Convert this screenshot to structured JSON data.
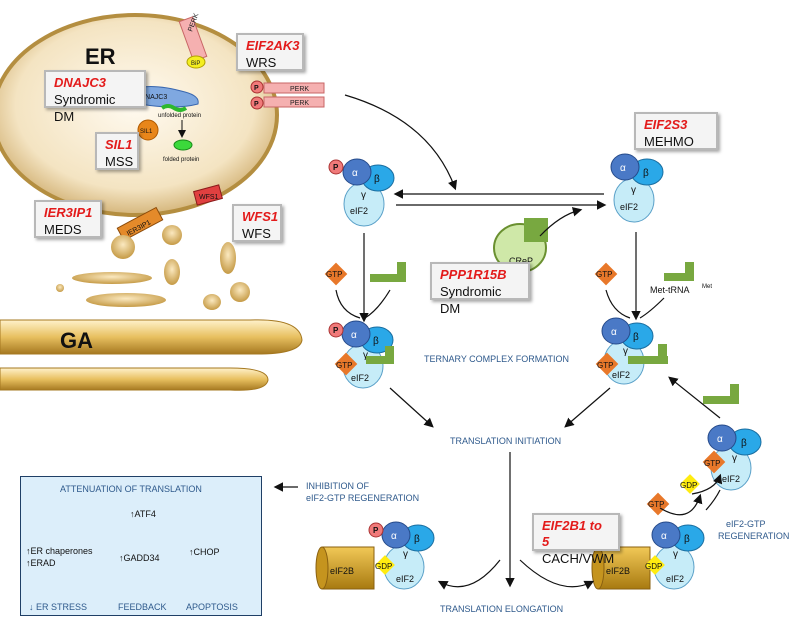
{
  "organelles": {
    "er": "ER",
    "ga": "GA"
  },
  "er_proteins": {
    "perk": "PERK",
    "bip": "BiP",
    "dnajc3": "DNAJC3",
    "sil1": "SIL1",
    "unfolded": "unfolded protein",
    "folded": "folded protein",
    "wfs1": "WFS1",
    "ier3ip1": "IER3IP1"
  },
  "disease_boxes": [
    {
      "gene": "EIF2AK3",
      "disease": "WRS"
    },
    {
      "gene": "DNAJC3",
      "disease": "Syndromic DM"
    },
    {
      "gene": "SIL1",
      "disease": "MSS"
    },
    {
      "gene": "IER3IP1",
      "disease": "MEDS"
    },
    {
      "gene": "WFS1",
      "disease": "WFS"
    },
    {
      "gene": "EIF2S3",
      "disease": "MEHMO"
    },
    {
      "gene": "PPP1R15B",
      "disease": "Syndromic DM"
    },
    {
      "gene": "EIF2B1 to 5",
      "disease": "CACH/VWM"
    }
  ],
  "molecules": {
    "alpha": "α",
    "beta": "β",
    "gamma": "γ",
    "eif2": "eIF2",
    "eif2b": "eIF2B",
    "gtp": "GTP",
    "gdp": "GDP",
    "p": "P",
    "crep": "CReP",
    "met_trna": "Met-tRNA",
    "met_sup": "Met"
  },
  "process_labels": {
    "ternary": "TERNARY COMPLEX FORMATION",
    "initiation": "TRANSLATION INITIATION",
    "elongation": "TRANSLATION ELONGATION",
    "inhibition_1": "INHIBITION OF",
    "inhibition_2": "eIF2-GTP REGENERATION",
    "regeneration_1": "eIF2-GTP",
    "regeneration_2": "REGENERATION"
  },
  "stress_panel": {
    "attenuation": "ATTENUATION OF TRANSLATION",
    "atf4": "↑ATF4",
    "er_chaperones": "↑ER chaperones",
    "erad": "↑ERAD",
    "gadd34": "↑GADD34",
    "chop": "↑CHOP",
    "er_stress": "↓ ER STRESS",
    "feedback": "FEEDBACK",
    "apoptosis": "APOPTOSIS"
  },
  "colors": {
    "er_fill": "#f1deb8",
    "er_border": "#b48e40",
    "alpha_blue": "#4a79c6",
    "beta_cyan": "#2aa8e8",
    "gamma_light": "#c6ecf8",
    "gtp_orange": "#e8782a",
    "gdp_yellow": "#ffec10",
    "trna_green": "#78a840",
    "gene_red": "#e31b1b",
    "label_blue": "#2f5a8c"
  }
}
